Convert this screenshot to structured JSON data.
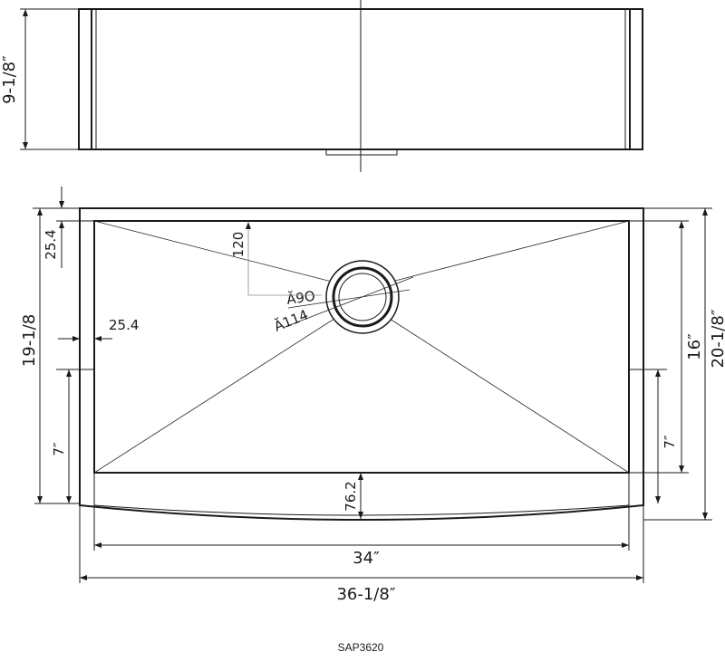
{
  "model": "SAP3620",
  "front_view": {
    "height_label": "9-1/8″"
  },
  "top_view": {
    "overall_depth": "20-1/8″",
    "inner_depth": "16″",
    "side_depth": "19-1/8",
    "inner_width": "34″",
    "overall_width": "36-1/8″",
    "rim_top": "25.4",
    "rim_side": "25.4",
    "drain_offset": "120",
    "apron_curve": "76.2",
    "left_cutout": "7″",
    "right_cutout": "7″",
    "drain_inner_dia": "Ă9O",
    "drain_outer_dia": "Ă114"
  }
}
